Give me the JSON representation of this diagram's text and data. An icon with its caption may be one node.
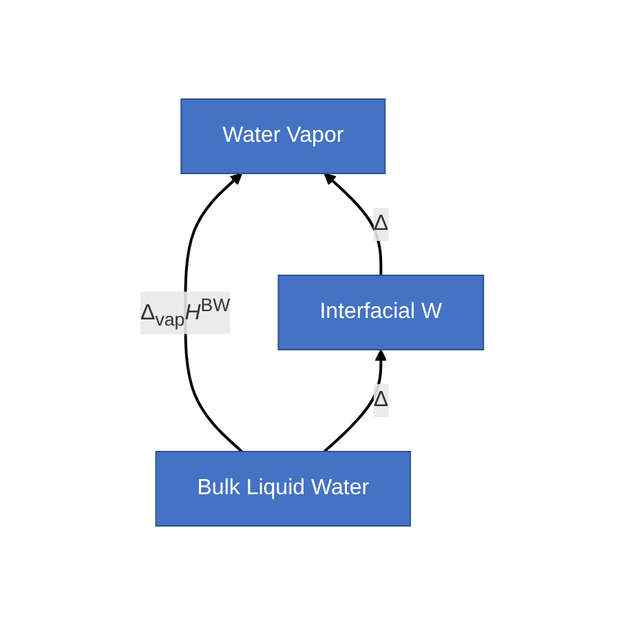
{
  "diagram": {
    "nodes": [
      {
        "text": [
          "Water Vapor"
        ]
      },
      {
        "text": [
          "Interfacial W"
        ]
      },
      {
        "text": [
          "Bulk Liquid Water"
        ]
      }
    ],
    "edges": [
      {
        "from": 2,
        "to": 0,
        "arrow": "to",
        "label": "Δ$_{vap}$*H*$^{BW}$"
      },
      {
        "from": 2,
        "to": 1,
        "arrow": "to",
        "label": "Δ"
      },
      {
        "from": 1,
        "to": 0,
        "arrow": "to",
        "label": "Δ"
      }
    ]
  }
}
